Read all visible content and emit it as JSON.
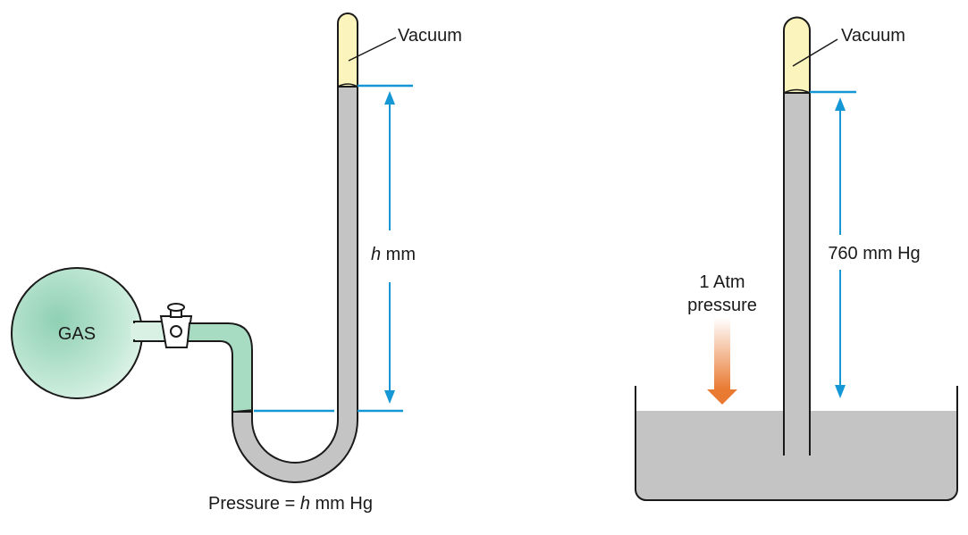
{
  "left_figure": {
    "vacuum_label": "Vacuum",
    "gas_label": "GAS",
    "height_label_italic": "h",
    "height_label_unit": " mm",
    "caption_prefix": "Pressure = ",
    "caption_italic": "h",
    "caption_suffix": " mm Hg"
  },
  "right_figure": {
    "vacuum_label": "Vacuum",
    "height_label": "760 mm Hg",
    "pressure_label_line1": "1 Atm",
    "pressure_label_line2": "pressure"
  },
  "colors": {
    "mercury": "#c4c4c4",
    "vacuum": "#fbf4bc",
    "gas": "#a7dcc3",
    "measure_line": "#1597d6",
    "arrow": "#e97a32",
    "outline": "#1a1a1a"
  }
}
